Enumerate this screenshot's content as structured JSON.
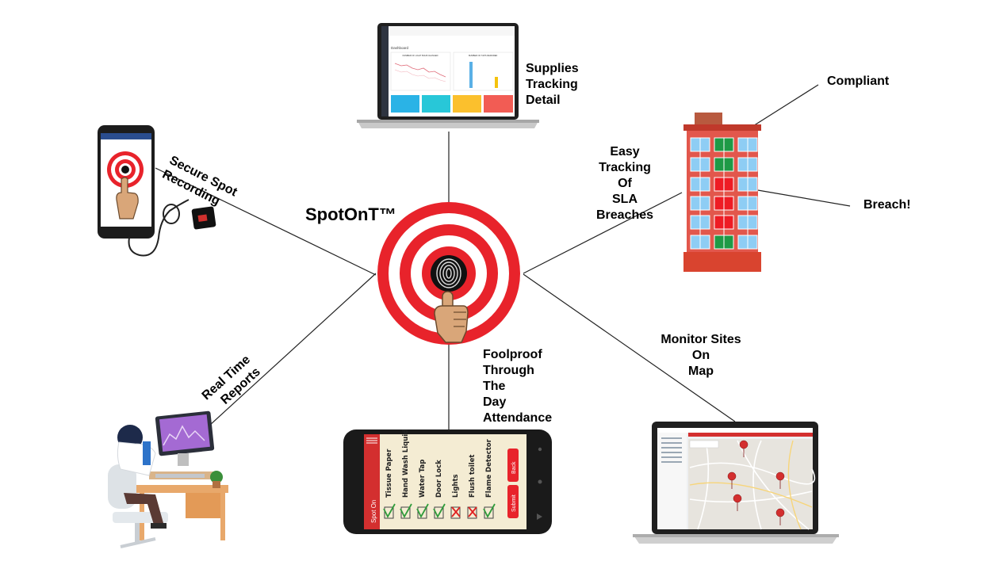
{
  "title": "SpotOnT™",
  "labels": {
    "supplies": [
      "Supplies",
      "Tracking",
      "Detail"
    ],
    "compliant": "Compliant",
    "breach": "Breach!",
    "sla": [
      "Easy",
      "Tracking",
      "Of",
      "SLA",
      "Breaches"
    ],
    "secure": [
      "Secure Spot",
      "Recording"
    ],
    "realtime": [
      "Real Time",
      "Reports"
    ],
    "foolproof": [
      "Foolproof",
      "Through",
      "The",
      "Day",
      "Attendance"
    ],
    "monitor": [
      "Monitor Sites",
      "On",
      "Map"
    ]
  },
  "dashboard": {
    "title": "Dashboard",
    "chart1_title": "NUMBER OF LIGHT BULB CHANGED",
    "chart2_title": "NUMBER OF TAPS REPAIRED"
  },
  "checklist": {
    "app_name": "Spot On",
    "items": [
      "Tissue Paper",
      "Hand Wash Liquid",
      "Water Tap",
      "Door Lock",
      "Lights",
      "Flush toilet",
      "Flame Detector"
    ],
    "item_status": [
      "ok",
      "ok",
      "ok",
      "ok",
      "fail",
      "fail",
      "ok"
    ],
    "back_label": "Back",
    "submit_label": "Submit"
  },
  "colors": {
    "target_red": "#e8232b",
    "building": "#e2574c",
    "compliant": "#1e9a46",
    "breach": "#ee1c24",
    "window": "#8ecdf4",
    "tile_blue": "#2ab3e6",
    "tile_cyan": "#28c7d8",
    "tile_yellow": "#fbc02d",
    "tile_red": "#f25c54"
  }
}
